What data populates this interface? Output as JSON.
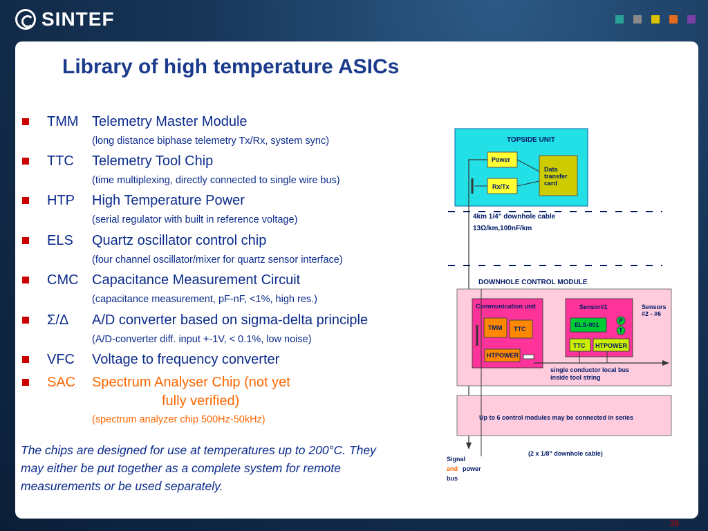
{
  "logo": {
    "text": "SINTEF"
  },
  "colors": {
    "square1": "#2aa198",
    "square2": "#8a8a8a",
    "square3": "#d8c200",
    "square4": "#e26b1c",
    "square5": "#7a3fa8"
  },
  "title": "Library of high temperature ASICs",
  "items": [
    {
      "abbr": "TMM",
      "desc": "Telemetry Master Module",
      "sub": "(long distance biphase telemetry Tx/Rx, system sync)"
    },
    {
      "abbr": "TTC",
      "desc": "Telemetry Tool Chip",
      "sub": "(time multiplexing, directly connected to single wire bus)"
    },
    {
      "abbr": "HTP",
      "desc": "High Temperature Power",
      "sub": "(serial regulator with built in reference voltage)"
    },
    {
      "abbr": "ELS",
      "desc": "Quartz oscillator control chip",
      "sub": "(four channel oscillator/mixer for quartz sensor interface)"
    },
    {
      "abbr": "CMC",
      "desc": "Capacitance Measurement Circuit",
      "sub": "(capacitance measurement, pF-nF,    <1%, high res.)"
    },
    {
      "abbr": "Σ/Δ",
      "desc": "A/D converter based on sigma-delta principle",
      "sub": "(A/D-converter diff. input +-1V,    < 0.1%, low noise)"
    },
    {
      "abbr": "VFC",
      "desc": "Voltage to frequency converter"
    },
    {
      "abbr": "SAC",
      "desc": "Spectrum Analyser Chip (not yet",
      "desc2": "fully verified)",
      "sub": "(spectrum analyzer chip  500Hz-50kHz)"
    }
  ],
  "note": "The chips are designed for use at temperatures up to 200°C. They may either be put together as a complete system for remote measurements or be used separately.",
  "diagram": {
    "topside_unit": "TOPSIDE UNIT",
    "power": "Power",
    "rxtx": "Rx/Tx",
    "data_transfer_card": "Data transfer card",
    "cable_line1": "4km 1/4\" downhole cable",
    "cable_line2": "13Ω/km,100nF/km",
    "downhole_control_module": "DOWNHOLE CONTROL MODULE",
    "communication_unit": "Communication unit",
    "tmm": "TMM",
    "ttc": "TTC",
    "htpower": "HTPOWER",
    "sensor1": "Sensor#1",
    "sensors_2_6": "Sensors #2 - #6",
    "els001": "ELS-001",
    "p": "P",
    "t": "T",
    "ttc2": "TTC",
    "htpower2": "HTPOWER",
    "local_bus": "single conductor local bus inside tool string",
    "up_to_6": "Up to 6 control modules may be connected in series",
    "cable2": "(2 x 1/8\" downhole cable)",
    "signal": "Signal",
    "and": "and",
    "power_bus": "power",
    "bus": "bus"
  },
  "page_number": "38"
}
